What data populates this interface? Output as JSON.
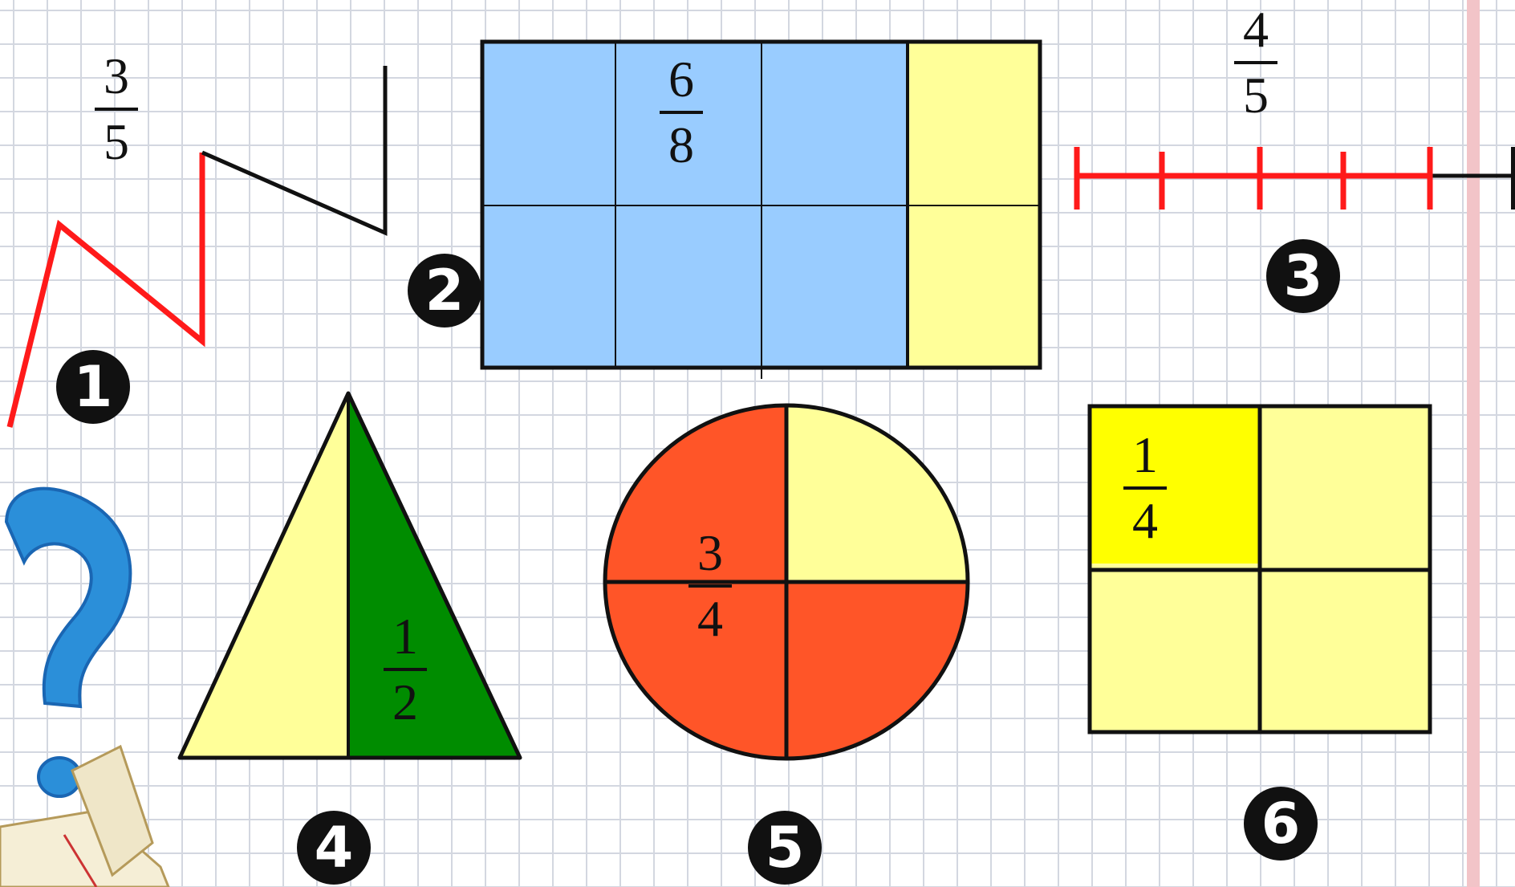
{
  "figures": [
    {
      "id": "broken-line",
      "badge": "1",
      "fraction": {
        "numerator": "3",
        "denominator": "5"
      },
      "colored_segments": 3,
      "total_segments": 5,
      "highlight_color": "#ff1a1a"
    },
    {
      "id": "rectangle",
      "badge": "2",
      "fraction": {
        "numerator": "6",
        "denominator": "8"
      },
      "shaded_cells": 6,
      "total_cells": 8,
      "shade_color": "#99ccff",
      "other_color": "#ffff99"
    },
    {
      "id": "segment",
      "badge": "3",
      "fraction": {
        "numerator": "4",
        "denominator": "5"
      },
      "colored_parts": 4,
      "total_parts": 5,
      "highlight_color": "#ff1a1a"
    },
    {
      "id": "triangle",
      "badge": "4",
      "fraction": {
        "numerator": "1",
        "denominator": "2"
      },
      "shaded_parts": 1,
      "total_parts": 2,
      "shade_color": "#008c00",
      "other_color": "#ffff99"
    },
    {
      "id": "circle",
      "badge": "5",
      "fraction": {
        "numerator": "3",
        "denominator": "4"
      },
      "shaded_parts": 3,
      "total_parts": 4,
      "shade_color": "#ff5528",
      "other_color": "#ffff99"
    },
    {
      "id": "square",
      "badge": "6",
      "fraction": {
        "numerator": "1",
        "denominator": "4"
      },
      "shaded_parts": 1,
      "total_parts": 4,
      "shade_color": "#ffff00",
      "other_color": "#ffff99"
    }
  ],
  "decorations": [
    "question-mark-icon",
    "open-book-icon"
  ]
}
